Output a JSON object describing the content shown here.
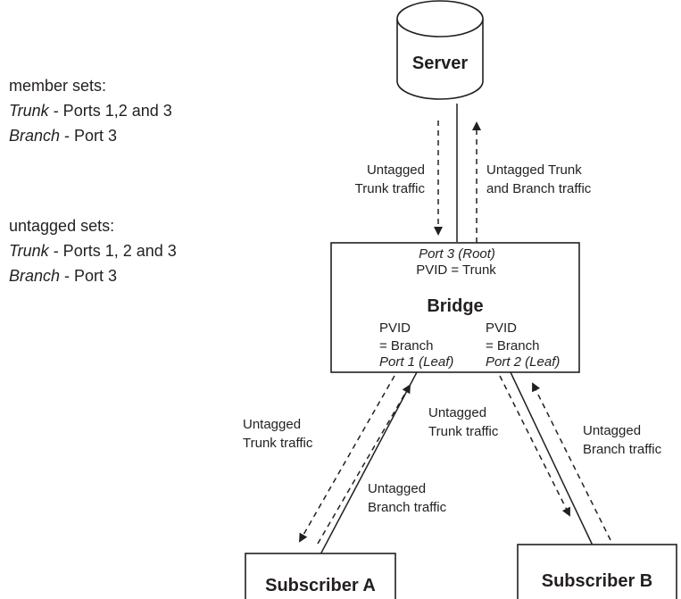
{
  "member_sets": {
    "heading": "member sets:",
    "trunk_name": "Trunk",
    "trunk_rest": " - Ports 1,2 and 3",
    "branch_name": "Branch",
    "branch_rest": " - Port 3"
  },
  "untagged_sets": {
    "heading": "untagged sets:",
    "trunk_name": "Trunk",
    "trunk_rest": " - Ports 1, 2 and 3",
    "branch_name": "Branch",
    "branch_rest": " - Port 3"
  },
  "server": {
    "label": "Server"
  },
  "server_links": {
    "down_line1": "Untagged",
    "down_line2": "Trunk traffic",
    "up_line1": "Untagged Trunk",
    "up_line2": "and Branch traffic"
  },
  "bridge": {
    "title": "Bridge",
    "port3": "Port 3 (Root)",
    "port3_pvid": "PVID = Trunk",
    "port1_pvid_line1": "PVID",
    "port1_pvid_line2": "= Branch",
    "port1": "Port 1 (Leaf)",
    "port2_pvid_line1": "PVID",
    "port2_pvid_line2": "= Branch",
    "port2": "Port 2 (Leaf)"
  },
  "link_a": {
    "down_line1": "Untagged",
    "down_line2": "Trunk traffic",
    "up_line1": "Untagged",
    "up_line2": "Branch traffic"
  },
  "link_b": {
    "down_line1": "Untagged",
    "down_line2": "Trunk traffic",
    "up_line1": "Untagged",
    "up_line2": "Branch traffic"
  },
  "subscriber_a": {
    "label": "Subscriber A"
  },
  "subscriber_b": {
    "label": "Subscriber B"
  },
  "colors": {
    "ink": "#231f20",
    "background": "#ffffff"
  }
}
